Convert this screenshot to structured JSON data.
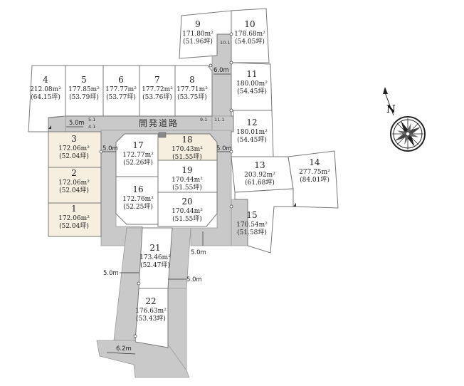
{
  "road": {
    "name": "開発道路"
  },
  "lots": [
    {
      "id": "lot-1",
      "num": "1",
      "area": "172.06m²",
      "tsubo": "(52.04坪)"
    },
    {
      "id": "lot-2",
      "num": "2",
      "area": "172.06m²",
      "tsubo": "(52.04坪)"
    },
    {
      "id": "lot-3",
      "num": "3",
      "area": "172.06m²",
      "tsubo": "(52.04坪)"
    },
    {
      "id": "lot-4",
      "num": "4",
      "area": "212.08m²",
      "tsubo": "(64.15坪)"
    },
    {
      "id": "lot-5",
      "num": "5",
      "area": "177.85m²",
      "tsubo": "(53.79坪)"
    },
    {
      "id": "lot-6",
      "num": "6",
      "area": "177.77m²",
      "tsubo": "(53.77坪)"
    },
    {
      "id": "lot-7",
      "num": "7",
      "area": "177.72m²",
      "tsubo": "(53.76坪)"
    },
    {
      "id": "lot-8",
      "num": "8",
      "area": "177.71m²",
      "tsubo": "(53.75坪)"
    },
    {
      "id": "lot-9",
      "num": "9",
      "area": "171.80m²",
      "tsubo": "(51.96坪)"
    },
    {
      "id": "lot-10",
      "num": "10",
      "area": "178.68m²",
      "tsubo": "(54.05坪)"
    },
    {
      "id": "lot-11",
      "num": "11",
      "area": "180.00m²",
      "tsubo": "(54.45坪)"
    },
    {
      "id": "lot-12",
      "num": "12",
      "area": "180.01m²",
      "tsubo": "(54.45坪)"
    },
    {
      "id": "lot-13",
      "num": "13",
      "area": "203.92m²",
      "tsubo": "(61.68坪)"
    },
    {
      "id": "lot-14",
      "num": "14",
      "area": "277.75m²",
      "tsubo": "(84.01坪)"
    },
    {
      "id": "lot-15",
      "num": "15",
      "area": "170.54m²",
      "tsubo": "(51.58坪)"
    },
    {
      "id": "lot-16",
      "num": "16",
      "area": "172.76m²",
      "tsubo": "(52.25坪)"
    },
    {
      "id": "lot-17",
      "num": "17",
      "area": "172.77m²",
      "tsubo": "(52.26坪)"
    },
    {
      "id": "lot-18",
      "num": "18",
      "area": "170.43m²",
      "tsubo": "(51.55坪)"
    },
    {
      "id": "lot-19",
      "num": "19",
      "area": "170.44m²",
      "tsubo": "(51.55坪)"
    },
    {
      "id": "lot-20",
      "num": "20",
      "area": "170.44m²",
      "tsubo": "(51.55坪)"
    },
    {
      "id": "lot-21",
      "num": "21",
      "area": "173.46m²",
      "tsubo": "(52.47坪)"
    },
    {
      "id": "lot-22",
      "num": "22",
      "area": "176.63m²",
      "tsubo": "(53.43坪)"
    }
  ],
  "dimensions": [
    {
      "id": "dim-6m",
      "text": "6.0m"
    },
    {
      "id": "dim-5m-nw",
      "text": "5.0m"
    },
    {
      "id": "dim-5m-west",
      "text": "5.0m"
    },
    {
      "id": "dim-5m-east",
      "text": "5.0m"
    },
    {
      "id": "dim-5m-s1",
      "text": "5.0m"
    },
    {
      "id": "dim-5m-s2",
      "text": "5.0m"
    },
    {
      "id": "dim-5m-s3",
      "text": "5.0m"
    },
    {
      "id": "dim-6-2m",
      "text": "6.2m"
    }
  ],
  "small_dims": [
    {
      "id": "sd-10-1",
      "text": "10.1"
    },
    {
      "id": "sd-9-1",
      "text": "9.1"
    },
    {
      "id": "sd-11-1",
      "text": "11.1"
    },
    {
      "id": "sd-5-1",
      "text": "5.1"
    },
    {
      "id": "sd-4-1",
      "text": "4.1"
    }
  ],
  "north": {
    "label": "N"
  }
}
